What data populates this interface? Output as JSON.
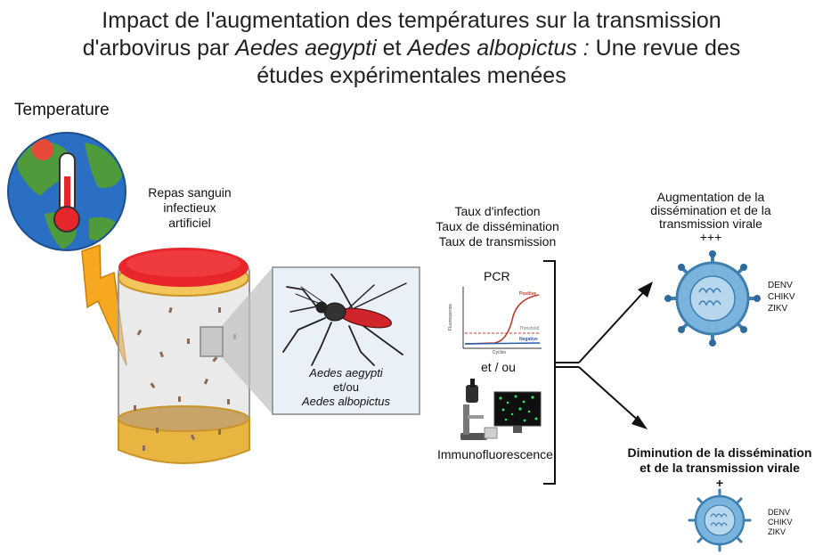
{
  "title": {
    "line1": "Impact de l'augmentation des températures sur la transmission",
    "line2_a": "d'arbovirus par ",
    "line2_b": "Aedes aegypti",
    "line2_c": " et ",
    "line2_d": "Aedes albopictus :",
    "line2_e": "  Une revue des",
    "line3": "études expérimentales menées"
  },
  "temperature_label": "Temperature",
  "blood_meal": {
    "l1": "Repas sanguin",
    "l2": "infectieux",
    "l3": "artificiel"
  },
  "mosquito": {
    "species1": "Aedes aegypti",
    "conj": "et/ou",
    "species2": "Aedes albopictus"
  },
  "rates": {
    "infection": "Taux d'infection",
    "dissemination": "Taux de dissémination",
    "transmission": "Taux de transmission"
  },
  "pcr": {
    "label": "PCR",
    "positive": "Positive",
    "threshold": "Threshold",
    "negative": "Negative",
    "y_axis": "Fluorescence",
    "x_axis": "Cycles"
  },
  "or_label": "et / ou",
  "immuno_label": "Immunofluorescence",
  "increase": {
    "l1": "Augmentation de la",
    "l2": "dissémination et de la",
    "l3": "transmission virale",
    "l4": "+++"
  },
  "decrease": {
    "l1": "Diminution de la dissémination",
    "l2": "et de la transmission virale",
    "l3": "+"
  },
  "viruses": [
    "DENV",
    "CHIKV",
    "ZIKV"
  ],
  "colors": {
    "blood": "#e8252b",
    "virus": "#7ab3dc",
    "virus_dark": "#3f7fb0",
    "bolt": "#f6a821",
    "earth_sea": "#2a6fc4",
    "earth_land": "#4f9a3a",
    "gold": "#e8b640"
  }
}
